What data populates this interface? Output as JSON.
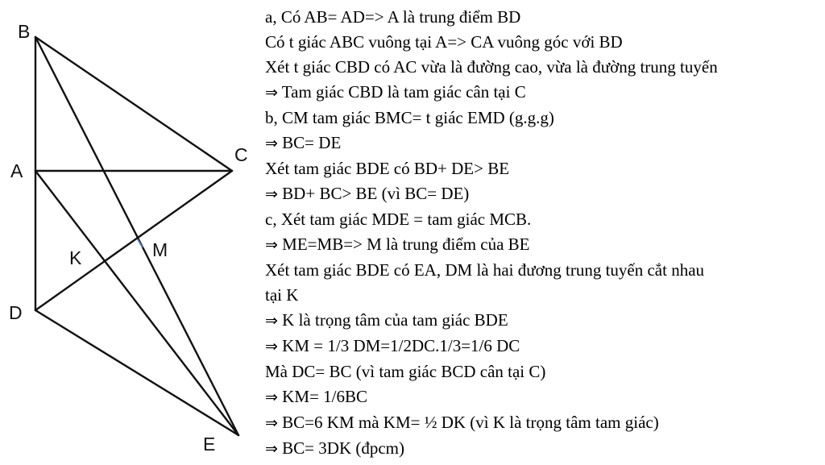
{
  "figure": {
    "points": [
      {
        "name": "B"
      },
      {
        "name": "A"
      },
      {
        "name": "C"
      },
      {
        "name": "K"
      },
      {
        "name": "M"
      },
      {
        "name": "D"
      },
      {
        "name": "E"
      }
    ]
  },
  "solution": [
    {
      "implies": false,
      "text": "a, Có AB= AD=> A là trung điểm BD"
    },
    {
      "implies": false,
      "text": "Có t giác ABC vuông tại A=> CA vuông góc với BD"
    },
    {
      "implies": false,
      "text": "Xét t giác CBD có AC vừa là đường cao, vừa là đường trung tuyến"
    },
    {
      "implies": true,
      "text": " Tam giác CBD là tam giác cân tại C"
    },
    {
      "implies": false,
      "text": "b, CM tam giác BMC= t giác EMD (g.g.g)"
    },
    {
      "implies": true,
      "text": " BC= DE"
    },
    {
      "implies": false,
      "text": "Xét tam giác BDE có BD+ DE> BE"
    },
    {
      "implies": true,
      "text": " BD+ BC> BE (vì BC= DE)"
    },
    {
      "implies": false,
      "text": "c, Xét tam giác MDE = tam giác MCB."
    },
    {
      "implies": true,
      "text": " ME=MB=> M là trung điểm của BE"
    },
    {
      "implies": false,
      "text": "Xét tam giác BDE có EA, DM là hai đương trung tuyến cắt nhau"
    },
    {
      "implies": false,
      "text": "tại K"
    },
    {
      "implies": true,
      "text": " K  là trọng tâm của tam giác BDE"
    },
    {
      "implies": true,
      "text": " KM = 1/3 DM=1/2DC.1/3=1/6 DC"
    },
    {
      "implies": false,
      "text": "Mà DC= BC (vì tam giác BCD cân tại C)"
    },
    {
      "implies": true,
      "text": " KM= 1/6BC"
    },
    {
      "implies": true,
      "text": " BC=6 KM mà KM= ½ DK (vì K là trọng tâm tam giác)"
    },
    {
      "implies": true,
      "text": " BC= 3DK (đpcm)"
    }
  ]
}
